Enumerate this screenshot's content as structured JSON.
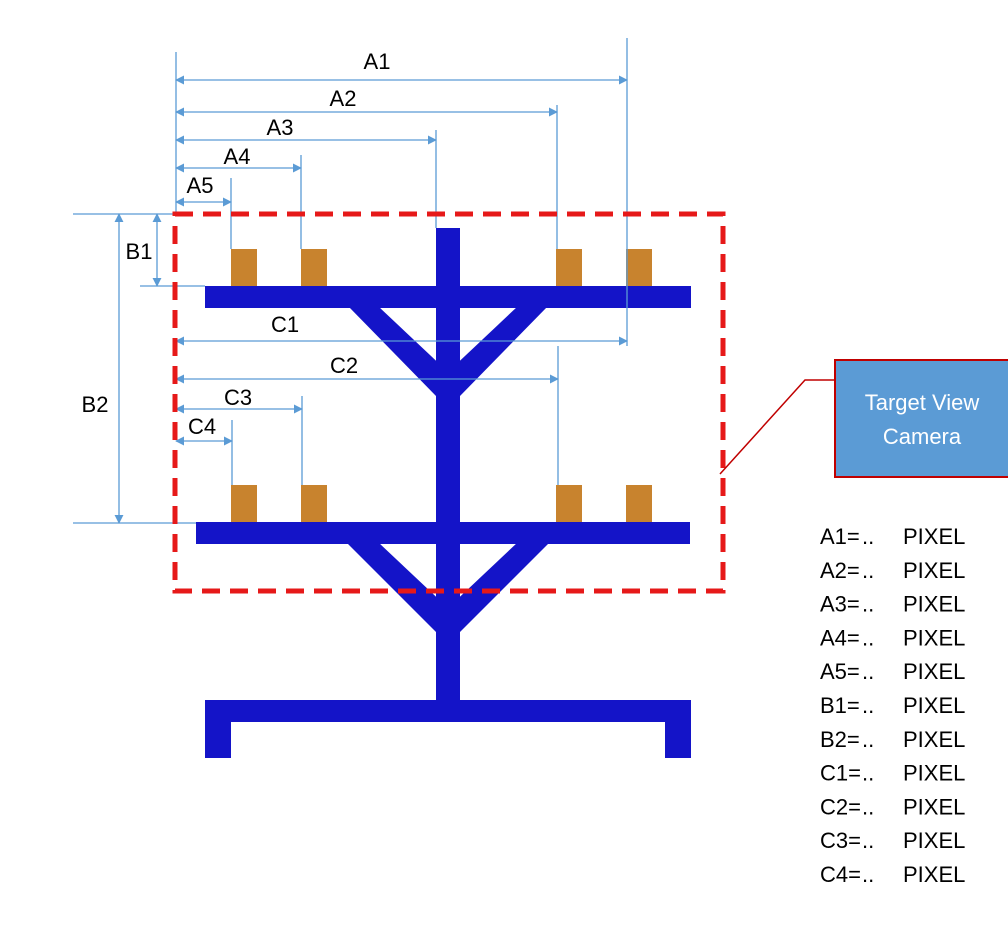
{
  "colors": {
    "structure": "#1414C8",
    "item": "#C8832E",
    "dimension_line": "#5B9BD5",
    "camera_view": "#E61919",
    "callout_fill": "#5B9BD5",
    "callout_border": "#C00000",
    "callout_text": "#FFFFFF"
  },
  "dimensions": {
    "A1": "A1",
    "A2": "A2",
    "A3": "A3",
    "A4": "A4",
    "A5": "A5",
    "B1": "B1",
    "B2": "B2",
    "C1": "C1",
    "C2": "C2",
    "C3": "C3",
    "C4": "C4"
  },
  "callout": {
    "line1": "Target View",
    "line2": "Camera"
  },
  "legend": [
    {
      "key": "A1=",
      "dots": "..",
      "unit": "PIXEL"
    },
    {
      "key": "A2=",
      "dots": "..",
      "unit": "PIXEL"
    },
    {
      "key": "A3=",
      "dots": "..",
      "unit": "PIXEL"
    },
    {
      "key": "A4=",
      "dots": "..",
      "unit": "PIXEL"
    },
    {
      "key": "A5=",
      "dots": "..",
      "unit": "PIXEL"
    },
    {
      "key": "B1=",
      "dots": "..",
      "unit": "PIXEL"
    },
    {
      "key": "B2=",
      "dots": "..",
      "unit": "PIXEL"
    },
    {
      "key": "C1=",
      "dots": "..",
      "unit": "PIXEL"
    },
    {
      "key": "C2=",
      "dots": "..",
      "unit": "PIXEL"
    },
    {
      "key": "C3=",
      "dots": "..",
      "unit": "PIXEL"
    },
    {
      "key": "C4=",
      "dots": "..",
      "unit": "PIXEL"
    }
  ]
}
